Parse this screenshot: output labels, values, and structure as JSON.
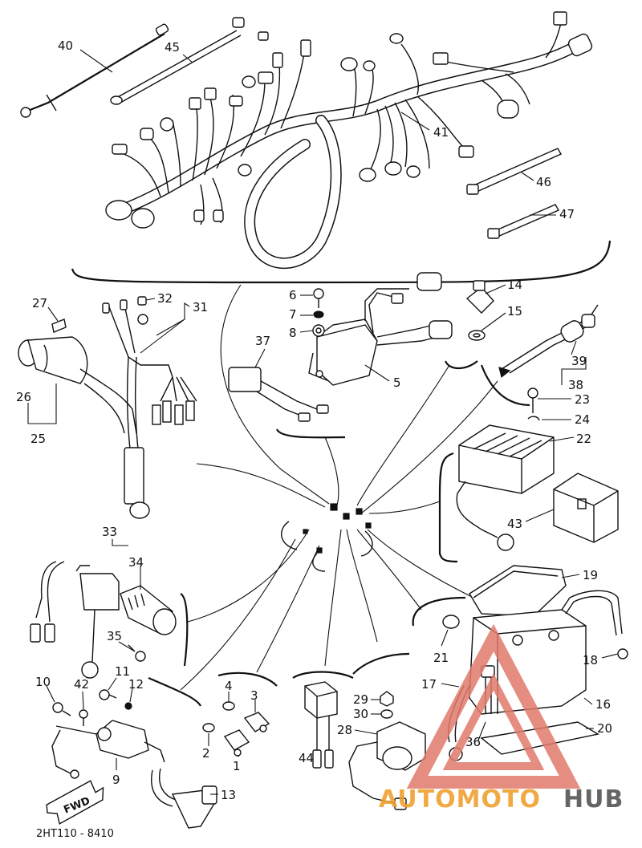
{
  "colors": {
    "ink": "#111111",
    "paper": "#ffffff",
    "watermark_red": "#e07a6a",
    "watermark_orange": "#f0a030",
    "watermark_gray": "#555555"
  },
  "diagram_code": "2HT110 - 8410",
  "fwd_label": "FWD",
  "watermark": {
    "part1": "AUTOMOTO",
    "part2": "HUB"
  },
  "labels": {
    "p40": "40",
    "p45": "45",
    "p41": "41",
    "p46": "46",
    "p47": "47",
    "p27": "27",
    "p32": "32",
    "p31": "31",
    "p26": "26",
    "p25": "25",
    "p6": "6",
    "p7": "7",
    "p8": "8",
    "p37": "37",
    "p5": "5",
    "p14": "14",
    "p15": "15",
    "p39": "39",
    "p38": "38",
    "p23": "23",
    "p24": "24",
    "p22": "22",
    "p43": "43",
    "p33": "33",
    "p34": "34",
    "p35": "35",
    "p10": "10",
    "p42": "42",
    "p11": "11",
    "p12": "12",
    "p9": "9",
    "p13": "13",
    "p4": "4",
    "p3": "3",
    "p2": "2",
    "p1": "1",
    "p44": "44",
    "p29": "29",
    "p30": "30",
    "p28": "28",
    "p21": "21",
    "p17": "17",
    "p36": "36",
    "p19": "19",
    "p18": "18",
    "p16": "16",
    "p20": "20"
  }
}
